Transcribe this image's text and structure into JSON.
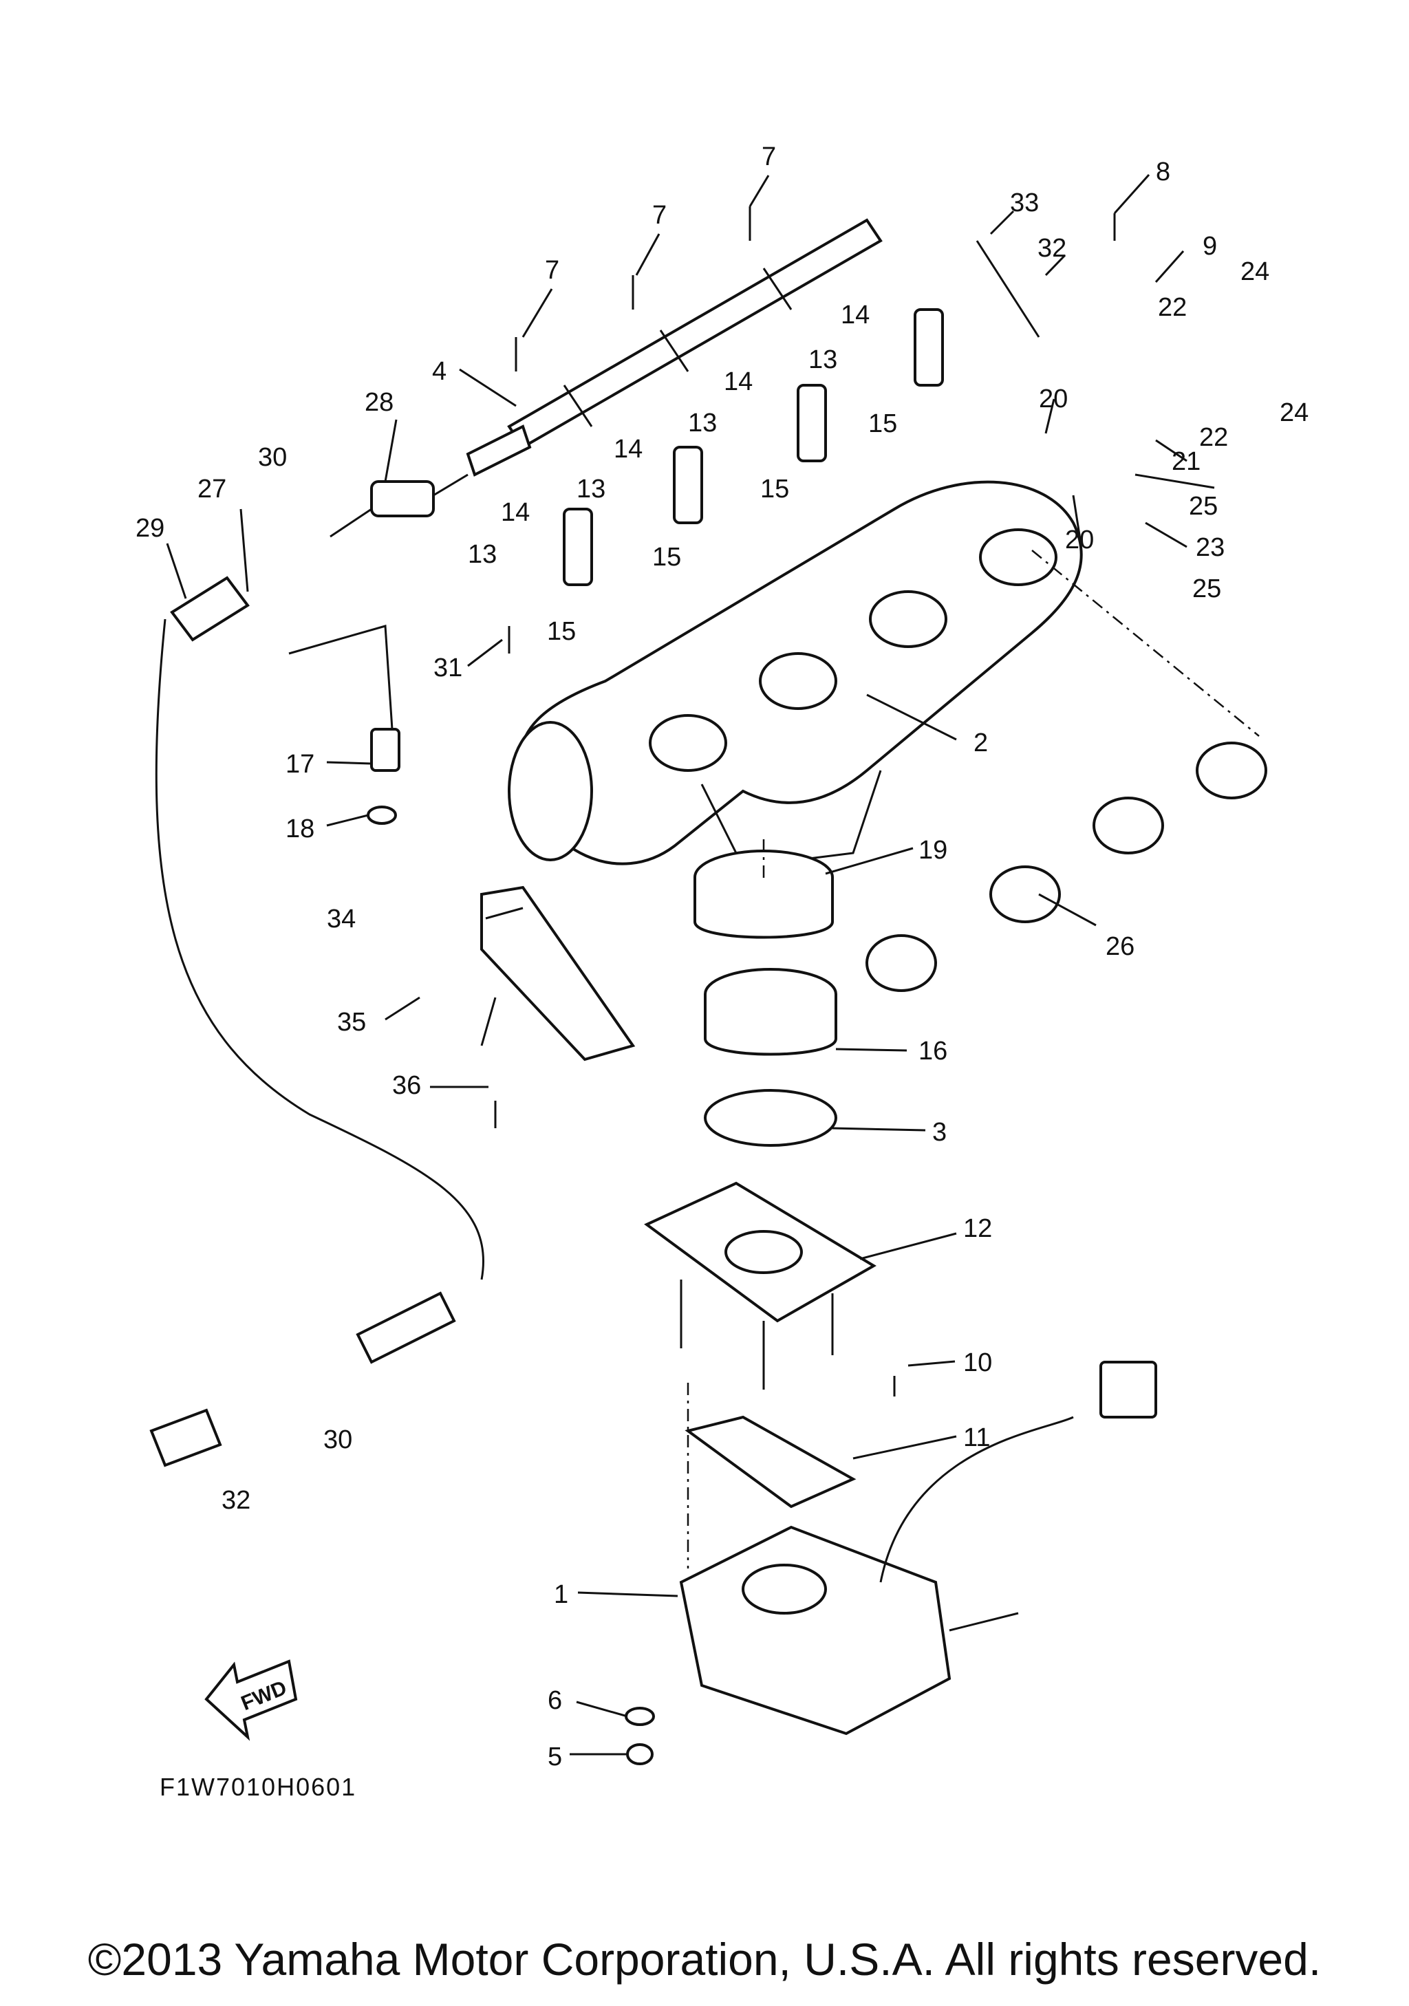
{
  "diagram": {
    "drawing_code": "F1W7010H0601",
    "direction_marker": "FWD",
    "copyright": "©2013 Yamaha Motor Corporation, U.S.A. All rights reserved.",
    "callouts": [
      "1",
      "2",
      "3",
      "4",
      "5",
      "6",
      "7",
      "8",
      "9",
      "10",
      "11",
      "12",
      "13",
      "14",
      "15",
      "16",
      "17",
      "18",
      "19",
      "20",
      "21",
      "22",
      "23",
      "24",
      "25",
      "26",
      "27",
      "28",
      "29",
      "30",
      "31",
      "32",
      "33",
      "34",
      "35",
      "36"
    ]
  }
}
